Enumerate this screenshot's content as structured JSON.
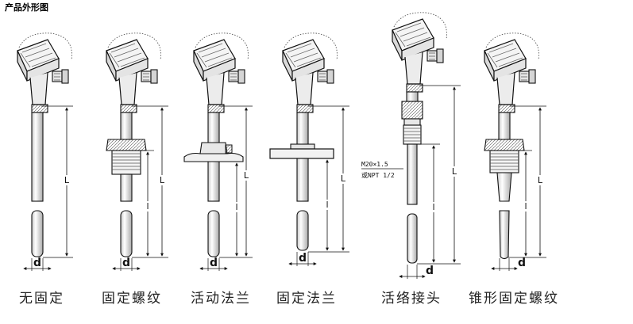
{
  "title": "产品外形图",
  "dimension_labels": {
    "length": "L",
    "insertion": "l",
    "diameter": "d"
  },
  "thread_spec": {
    "line1": "M20×1.5",
    "line2": "或NPT 1/2"
  },
  "variants": [
    {
      "key": "none",
      "caption": "无固定"
    },
    {
      "key": "fixed-thread",
      "caption": "固定螺纹"
    },
    {
      "key": "movable-flange",
      "caption": "活动法兰"
    },
    {
      "key": "fixed-flange",
      "caption": "固定法兰"
    },
    {
      "key": "movable-joint",
      "caption": "活络接头"
    },
    {
      "key": "taper-thread",
      "caption": "锥形固定螺纹"
    }
  ]
}
